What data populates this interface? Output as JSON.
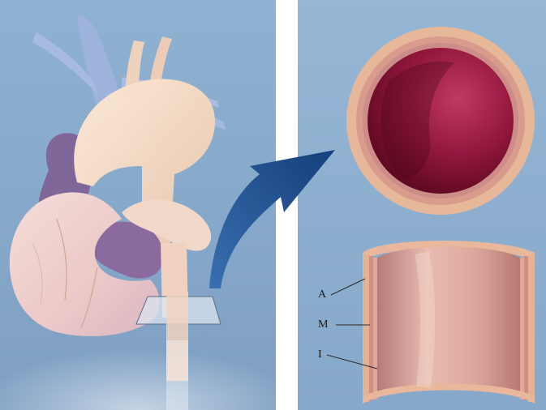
{
  "panels": {
    "left": {
      "subject": "heart-and-great-vessels",
      "background": "#86a7c8"
    },
    "right": {
      "subject": "blood-vessel-wall-layers",
      "background": "#8fb1d1"
    }
  },
  "layer_labels": {
    "adventitia": "A",
    "media": "M",
    "intima": "I"
  },
  "colors": {
    "panel_bg": "#8aacce",
    "divider": "#ffffff",
    "arrow": "#1f4f8e",
    "vessel_wall_outer": "#dcae95",
    "vessel_lumen": "#8e1436",
    "vessel_inner": "#d59a8f",
    "vein": "#9bb1da",
    "heart_flesh": "#f2dcc8",
    "atrium": "#8d6aa0"
  }
}
